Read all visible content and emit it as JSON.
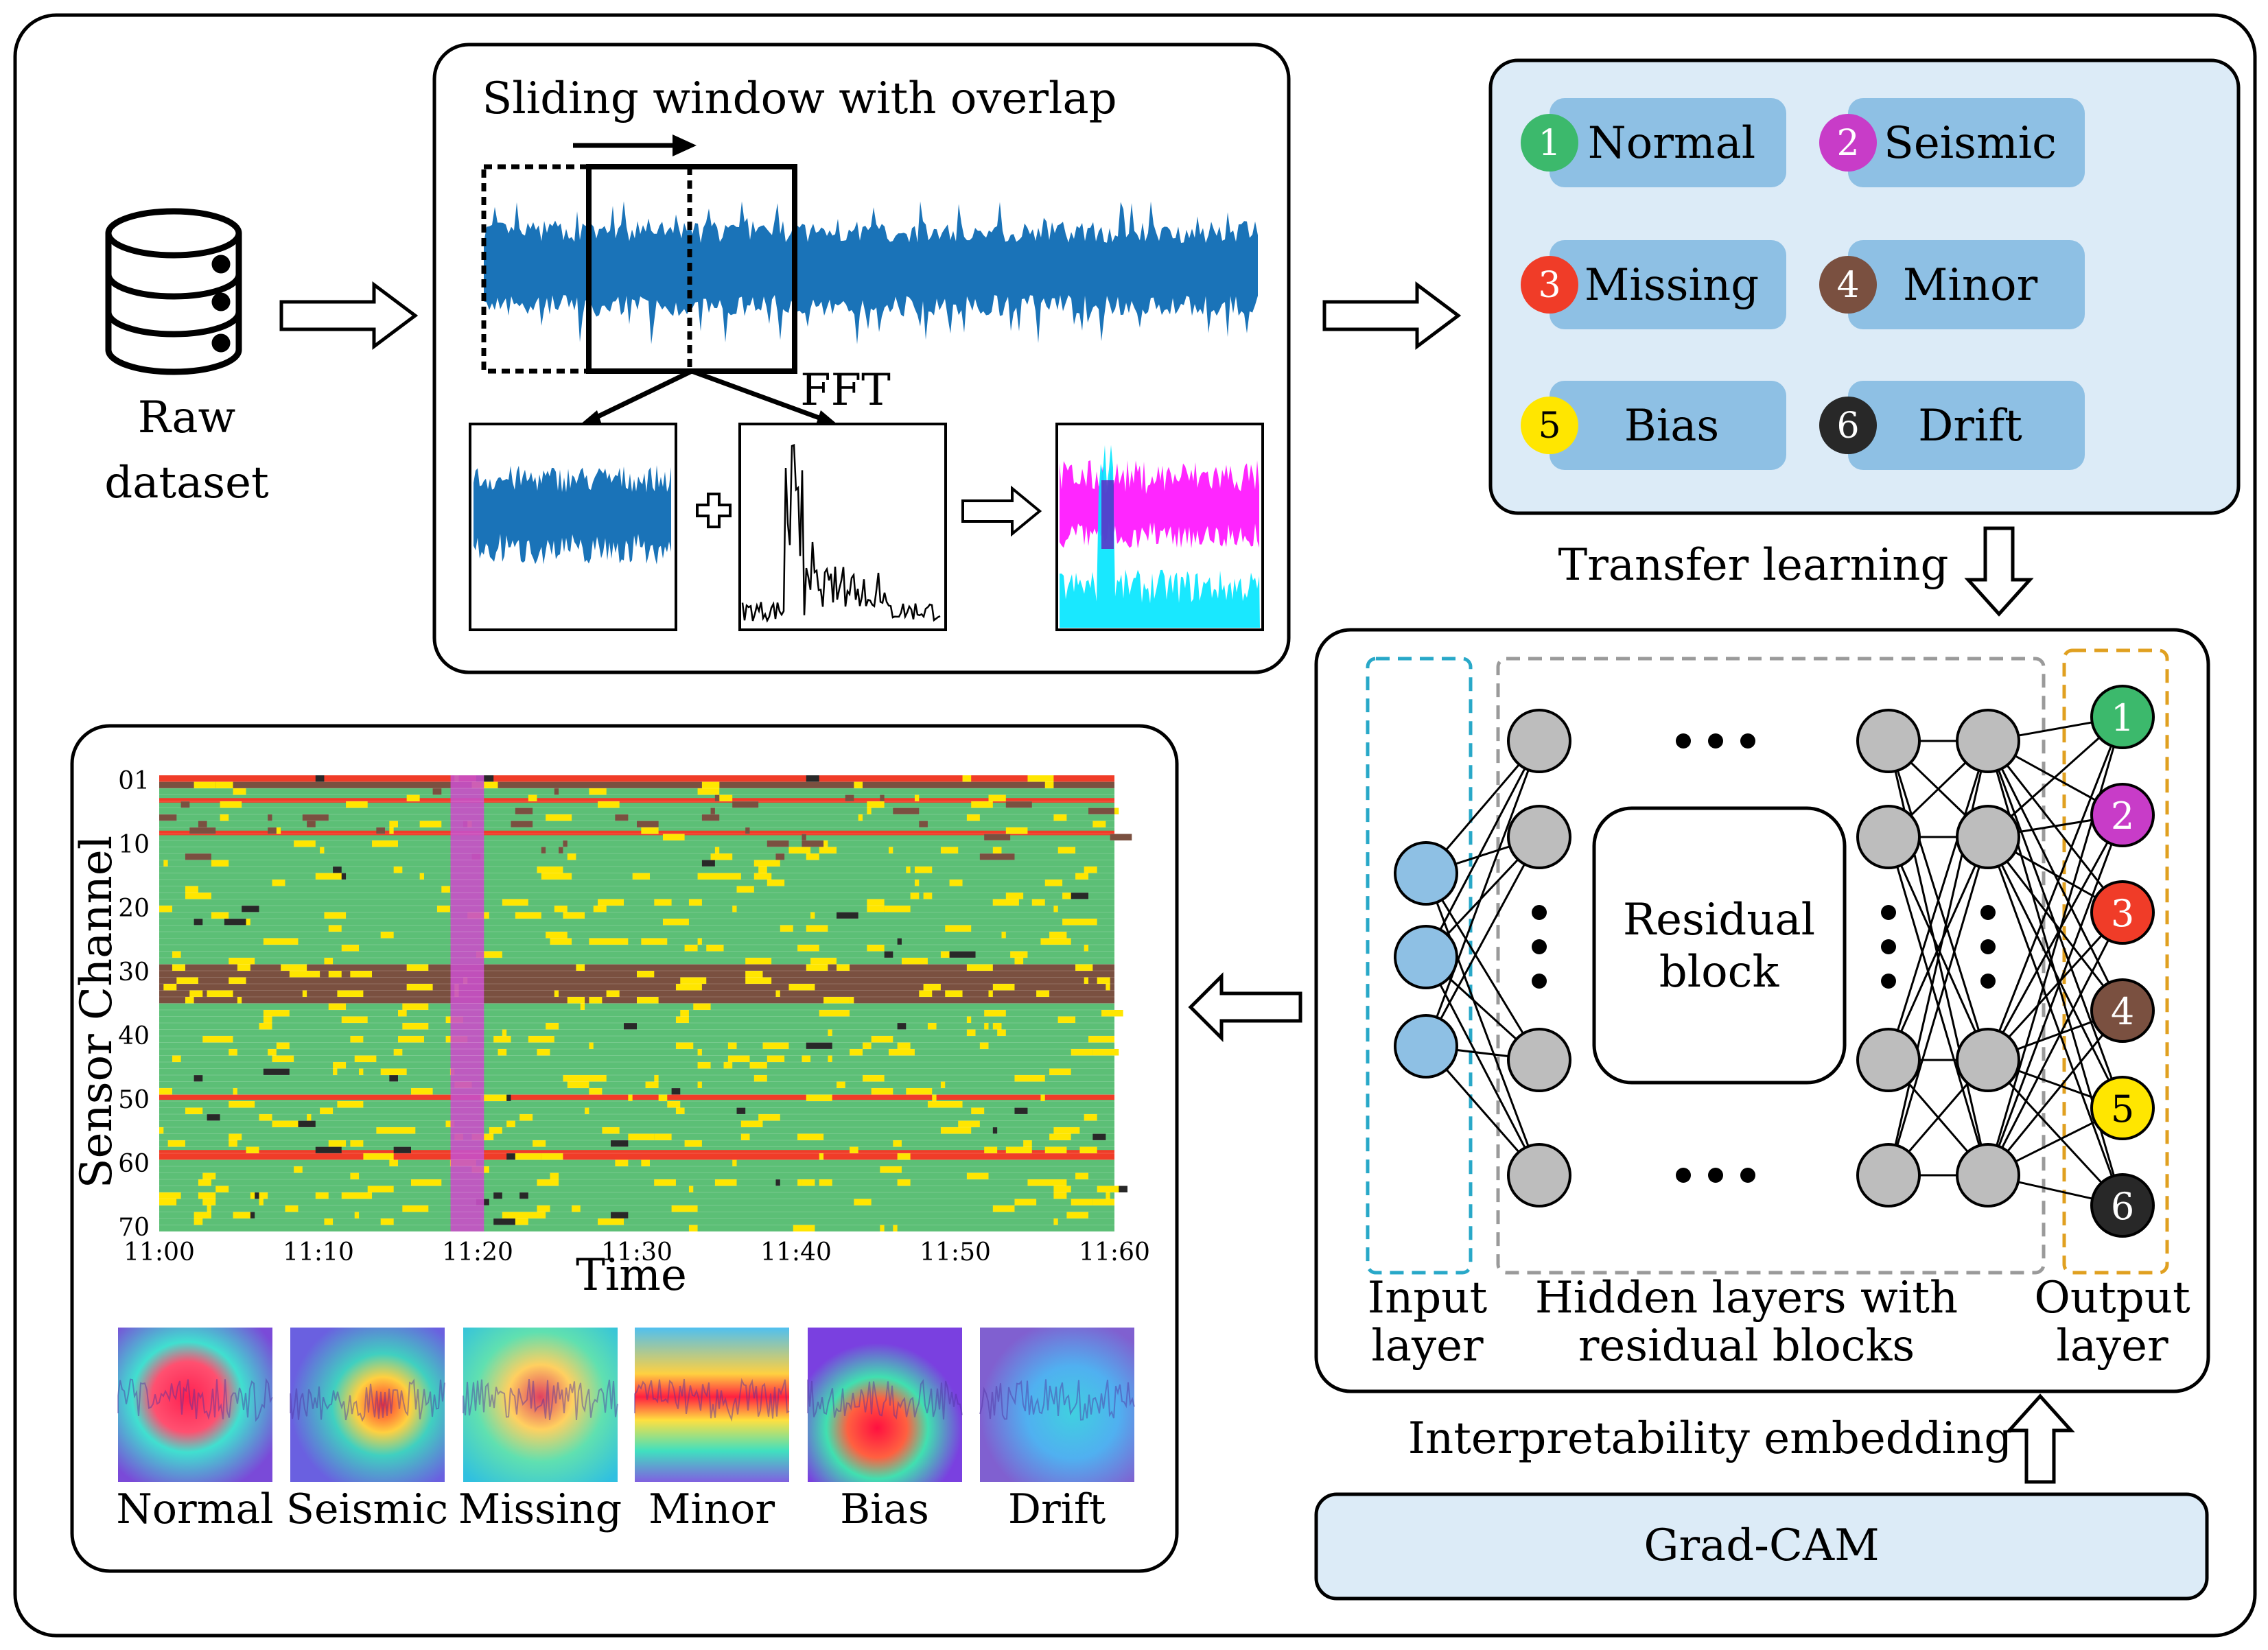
{
  "raw_dataset": {
    "line1": "Raw",
    "line2": "dataset"
  },
  "sliding": {
    "title": "Sliding window with overlap",
    "fft_label": "FFT",
    "plus_symbol": "+"
  },
  "classes": [
    {
      "num": "1",
      "label": "Normal",
      "color": "#3cb96c"
    },
    {
      "num": "2",
      "label": "Seismic",
      "color": "#c83cc8"
    },
    {
      "num": "3",
      "label": "Missing",
      "color": "#f03c28"
    },
    {
      "num": "4",
      "label": "Minor",
      "color": "#7a5040"
    },
    {
      "num": "5",
      "label": "Bias",
      "color": "#ffe600"
    },
    {
      "num": "6",
      "label": "Drift",
      "color": "#282828"
    }
  ],
  "transfer_label": "Transfer learning",
  "network": {
    "residual_line1": "Residual",
    "residual_line2": "block",
    "input_line1": "Input",
    "input_line2": "layer",
    "hidden_line1": "Hidden layers with",
    "hidden_line2": "residual blocks",
    "output_line1": "Output",
    "output_line2": "layer"
  },
  "interpretability_label": "Interpretability embedding",
  "gradcam_label": "Grad-CAM",
  "heatmap": {
    "ylabel": "Sensor Channel",
    "xlabel": "Time",
    "y_ticks": [
      "01",
      "10",
      "20",
      "30",
      "40",
      "50",
      "60",
      "70"
    ],
    "x_ticks": [
      "11:00",
      "11:10",
      "11:20",
      "11:30",
      "11:40",
      "11:50",
      "11:60"
    ]
  },
  "cam_labels": [
    "Normal",
    "Seismic",
    "Missing",
    "Minor",
    "Bias",
    "Drift"
  ],
  "colors": {
    "signal_blue": "#1a73b8",
    "box_fill": "#dcebf7",
    "class_fill": "#8ec0e4",
    "node_gray": "#bdbdbd",
    "input_node": "#8ec0e4",
    "input_dash": "#28a8c8",
    "output_dash": "#e0a020",
    "hidden_dash": "#9a9a9a",
    "fft_magenta": "#ff00ff",
    "fft_cyan": "#00e5ff"
  }
}
